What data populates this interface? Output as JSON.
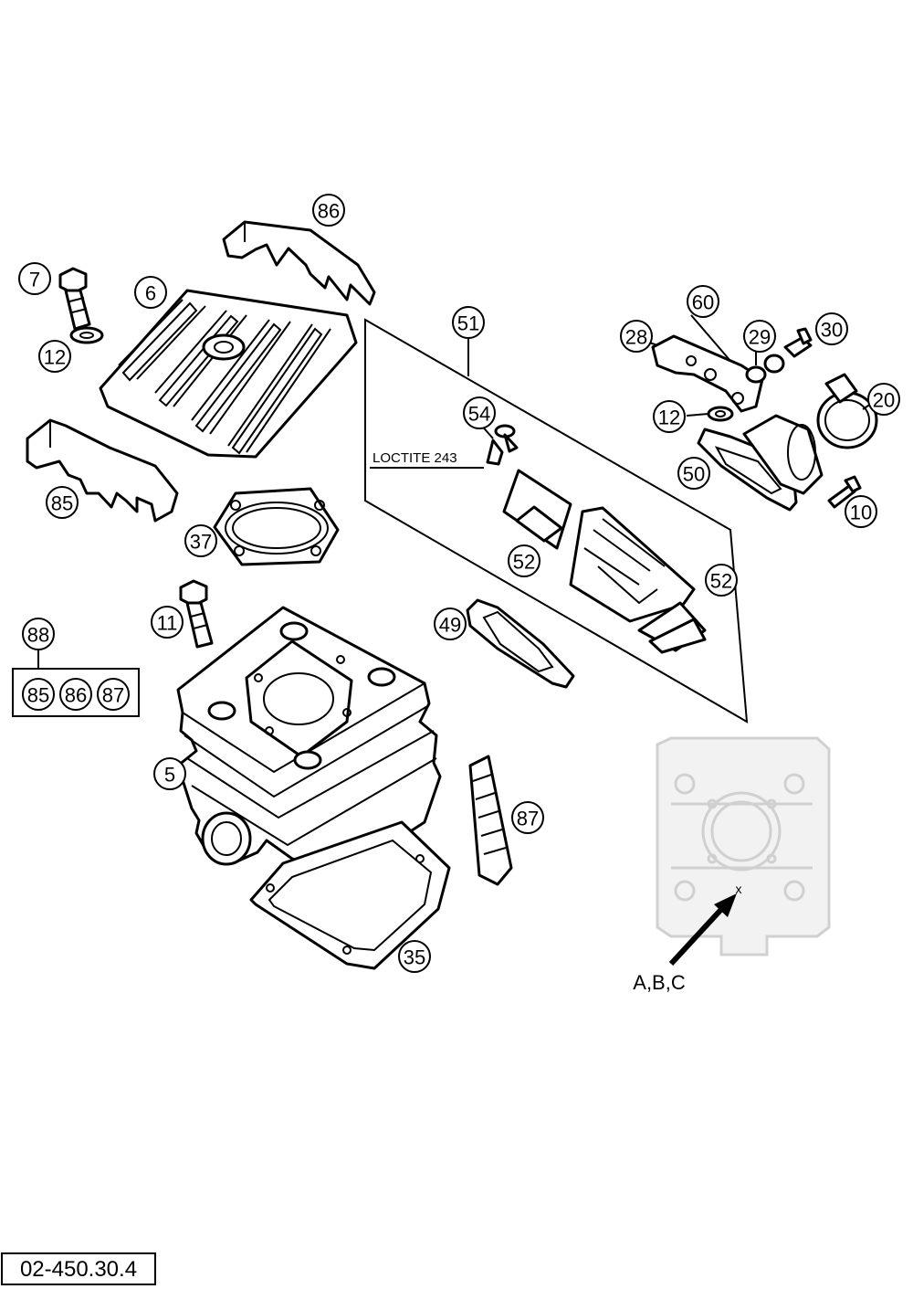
{
  "callouts": [
    {
      "id": "c86",
      "text": "86"
    },
    {
      "id": "c7",
      "text": "7"
    },
    {
      "id": "c6",
      "text": "6"
    },
    {
      "id": "c12a",
      "text": "12"
    },
    {
      "id": "c85",
      "text": "85"
    },
    {
      "id": "c37",
      "text": "37"
    },
    {
      "id": "c11",
      "text": "11"
    },
    {
      "id": "c88",
      "text": "88"
    },
    {
      "id": "kit85",
      "text": "85"
    },
    {
      "id": "kit86",
      "text": "86"
    },
    {
      "id": "kit87",
      "text": "87"
    },
    {
      "id": "c5",
      "text": "5"
    },
    {
      "id": "c87",
      "text": "87"
    },
    {
      "id": "c35",
      "text": "35"
    },
    {
      "id": "c51",
      "text": "51"
    },
    {
      "id": "c54",
      "text": "54"
    },
    {
      "id": "c52a",
      "text": "52"
    },
    {
      "id": "c52b",
      "text": "52"
    },
    {
      "id": "c49",
      "text": "49"
    },
    {
      "id": "c60",
      "text": "60"
    },
    {
      "id": "c28",
      "text": "28"
    },
    {
      "id": "c29",
      "text": "29"
    },
    {
      "id": "c30",
      "text": "30"
    },
    {
      "id": "c12b",
      "text": "12"
    },
    {
      "id": "c20",
      "text": "20"
    },
    {
      "id": "c50",
      "text": "50"
    },
    {
      "id": "c10",
      "text": "10"
    }
  ],
  "labels": {
    "loctite": "LOCTITE 243",
    "marking": "A,B,C",
    "x_mark": "x",
    "diagram_number": "02-450.30.4"
  }
}
